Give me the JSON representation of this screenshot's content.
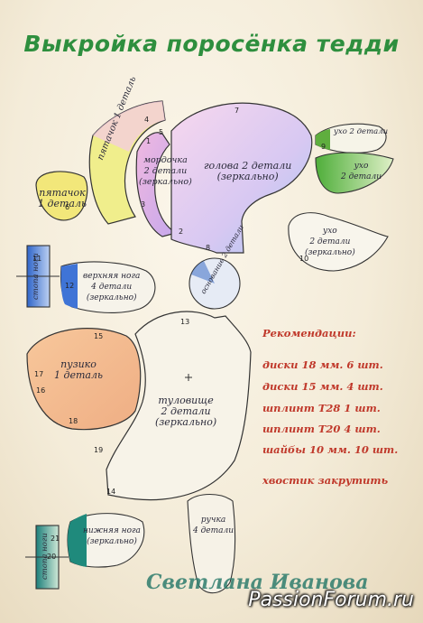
{
  "title": "Выкройка поросёнка тедди",
  "pieces": {
    "pyatachok": "пятачок",
    "pyatachok_count": "1 деталь",
    "mordochka": "мордочка",
    "mordochka_count": "2 детали",
    "mordochka_note": "(зеркально)",
    "golova": "голова 2 детали",
    "golova_note": "(зеркально)",
    "pyatachok2": "пятачок",
    "pyatachok2_count": "1 деталь",
    "ukho_top": "ухо 2 детали",
    "ukho_mid": "ухо",
    "ukho_mid_count": "2 детали",
    "ukho_lower": "ухо",
    "ukho_lower_count": "2 детали",
    "ukho_lower_note": "(зеркально)",
    "stopa_leg": "стопа ноги",
    "verkhnyaya_noga": "верхняя нога",
    "verkhnyaya_noga_count": "4 детали",
    "verkhnyaya_noga_note": "(зеркально)",
    "osnovanie": "основание",
    "osnovanie_count": "2 детали",
    "puzo": "пузико",
    "puzo_count": "1 деталь",
    "tulovishche": "туловище",
    "tulovishche_count": "2 детали",
    "tulovishche_note": "(зеркально)",
    "stopa_hand": "стопа ноги",
    "nizhnyaya_noga": "нижняя нога",
    "nizhnyaya_noga_note": "(зеркально)",
    "ruka": "ручка",
    "ruka_count": "4 детали"
  },
  "recommendations": {
    "heading": "Рекомендации:",
    "items": [
      "диски 18 мм. 6 шт.",
      "диски 15 мм. 4 шт.",
      "шплинт Т28 1 шт.",
      "шплинт Т20 4 шт.",
      "шайбы 10 мм. 10 шт."
    ],
    "tail": "хвостик закрутить"
  },
  "seam_numbers": [
    "1",
    "2",
    "3",
    "4",
    "5",
    "6",
    "7",
    "8",
    "9",
    "10",
    "11",
    "12",
    "13",
    "14",
    "15",
    "16",
    "17",
    "18",
    "19",
    "20",
    "21"
  ],
  "author": "Светлана Иванова",
  "watermark": "PassionForum.ru",
  "colors": {
    "title": "#2e8f3e",
    "recommendations": "#c0392b",
    "snout": "#f4e96a",
    "muzzle": "#e7a0d6",
    "head": "#c6b6ec",
    "ear_green": "#79c04e",
    "leg_blue": "#3f74d6",
    "belly": "#f2b37a",
    "author": "#2f7d6d"
  }
}
